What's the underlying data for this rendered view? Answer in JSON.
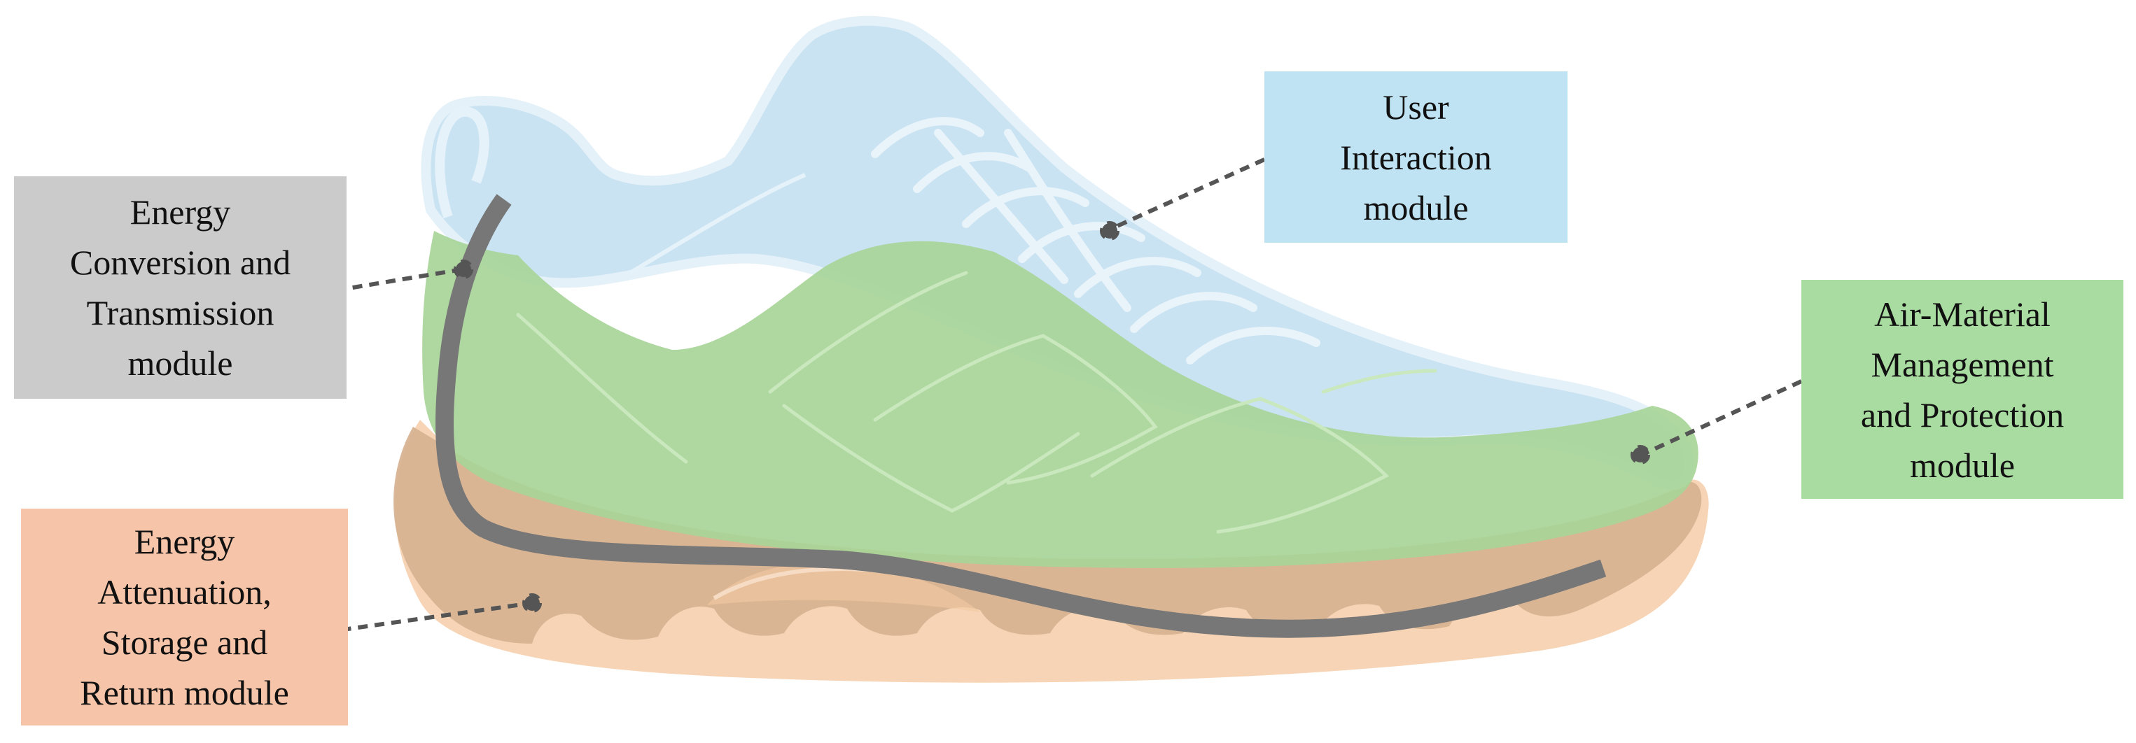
{
  "diagram": {
    "modules": [
      {
        "id": "conversion",
        "text": "Energy\nConversion and\nTransmission\nmodule",
        "color": "#cbcbcb"
      },
      {
        "id": "user",
        "text": "User\nInteraction\nmodule",
        "color": "#bfe3f2"
      },
      {
        "id": "air",
        "text": "Air-Material\nManagement\nand Protection\nmodule",
        "color": "#a9dca0"
      },
      {
        "id": "attenuation",
        "text": "Energy\nAttenuation,\nStorage and\nReturn module",
        "color": "#f6c4a8"
      }
    ],
    "colors": {
      "upper": "#c7e2f2",
      "upper_stroke": "#e3f1f9",
      "midfoot": "#a8d598",
      "sole": "#d7b392",
      "sole_light": "#f4c9a2",
      "plate": "#777777",
      "leader": "#555555"
    }
  }
}
